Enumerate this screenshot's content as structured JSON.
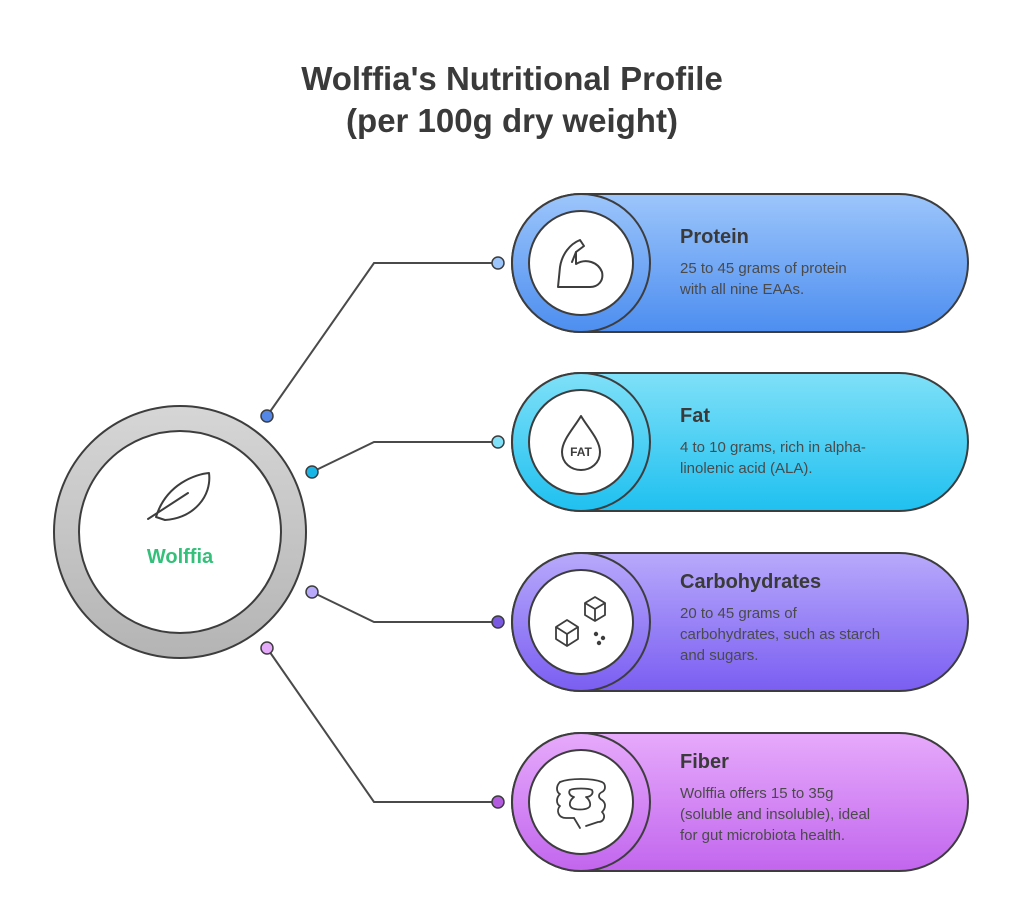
{
  "title": {
    "line1": "Wolffia's Nutritional Profile",
    "line2": "(per 100g dry weight)"
  },
  "center": {
    "label": "Wolffia",
    "icon": "leaf-icon",
    "label_color": "#34c07a"
  },
  "items": [
    {
      "heading": "Protein",
      "description_lines": [
        "25 to 45 grams of protein",
        "with all nine EAAs."
      ],
      "icon": "flexed-arm-icon",
      "colors": {
        "light": "#9cc5fb",
        "dark": "#4d8ef0",
        "accent": "#5588e6"
      }
    },
    {
      "heading": "Fat",
      "description_lines": [
        "4 to 10 grams, rich in alpha-",
        "linolenic acid (ALA)."
      ],
      "icon": "fat-drop-icon",
      "icon_text": "FAT",
      "colors": {
        "light": "#7fe0f8",
        "dark": "#1fc0f0",
        "accent": "#18b6e6"
      }
    },
    {
      "heading": "Carbohydrates",
      "description_lines": [
        "20 to 45 grams of",
        "carbohydrates, such as starch",
        "and sugars."
      ],
      "icon": "sugar-cubes-icon",
      "colors": {
        "light": "#b8a9fb",
        "dark": "#7a5ef2",
        "accent": "#7a5ae0"
      }
    },
    {
      "heading": "Fiber",
      "description_lines": [
        "Wolffia offers 15 to 35g",
        "(soluble and insoluble), ideal",
        "for gut microbiota health."
      ],
      "icon": "intestine-icon",
      "colors": {
        "light": "#e6aafb",
        "dark": "#c266ee",
        "accent": "#b45ce0"
      }
    }
  ]
}
